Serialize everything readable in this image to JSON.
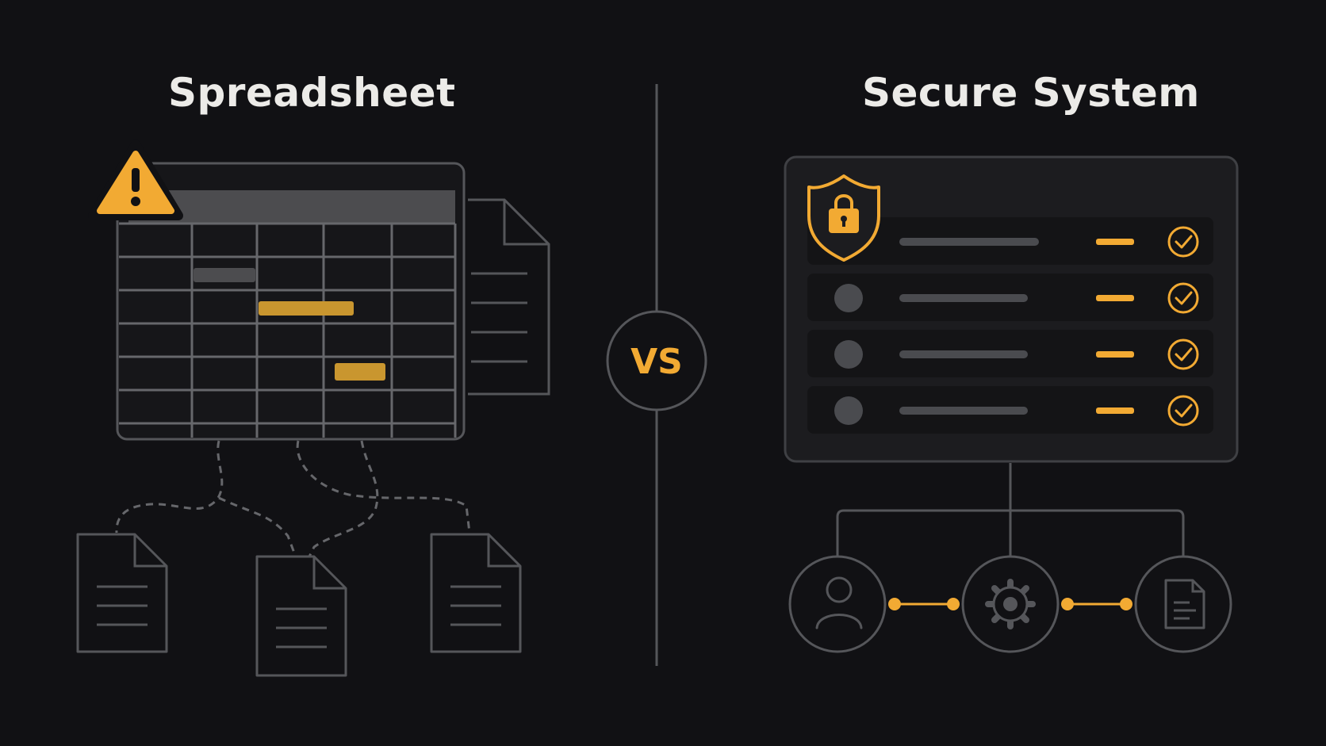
{
  "left_panel": {
    "title": "Spreadsheet"
  },
  "right_panel": {
    "title": "Secure System"
  },
  "divider": {
    "label": "VS"
  },
  "icons": {
    "left": [
      "warning-icon",
      "spreadsheet-grid",
      "document-icon"
    ],
    "right": [
      "shield-lock-icon",
      "check-circle-icon",
      "user-icon",
      "gear-icon",
      "document-icon"
    ]
  },
  "colors": {
    "background": "#111114",
    "line": "#55565a",
    "accent": "#f2aa33",
    "text": "#ecebe8"
  }
}
